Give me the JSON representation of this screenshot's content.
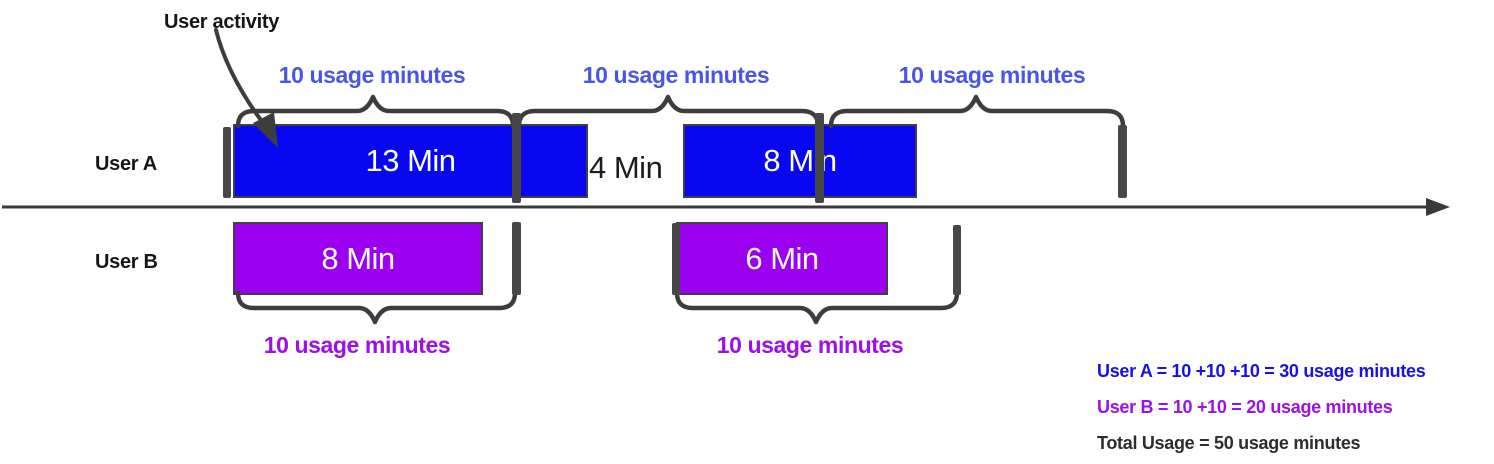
{
  "annotation": {
    "label": "User activity"
  },
  "users": {
    "a": {
      "name": "User A",
      "bar1": "13 Min",
      "gap": "4 Min",
      "bar2": "8 Min",
      "brace1": "10 usage minutes",
      "brace2": "10 usage minutes",
      "brace3": "10 usage minutes"
    },
    "b": {
      "name": "User B",
      "bar1": "8 Min",
      "bar2": "6 Min",
      "brace1": "10 usage minutes",
      "brace2": "10 usage minutes"
    }
  },
  "summary": {
    "user_a": "User A = 10 +10 +10 = 30 usage minutes",
    "user_b": "User B = 10 +10 = 20 usage minutes",
    "total": "Total Usage = 50 usage minutes"
  },
  "colors": {
    "bar_blue": "#0707F2",
    "bar_purple": "#9B00F0",
    "bar_text": "#FFFFFF",
    "label_blue": "#4B55E5",
    "label_purple": "#9D0FE8",
    "summary_blue": "#1512E2",
    "summary_purple": "#9B12E6",
    "summary_dark": "#2D2D2D",
    "stroke_dark": "#3D3D3D"
  }
}
